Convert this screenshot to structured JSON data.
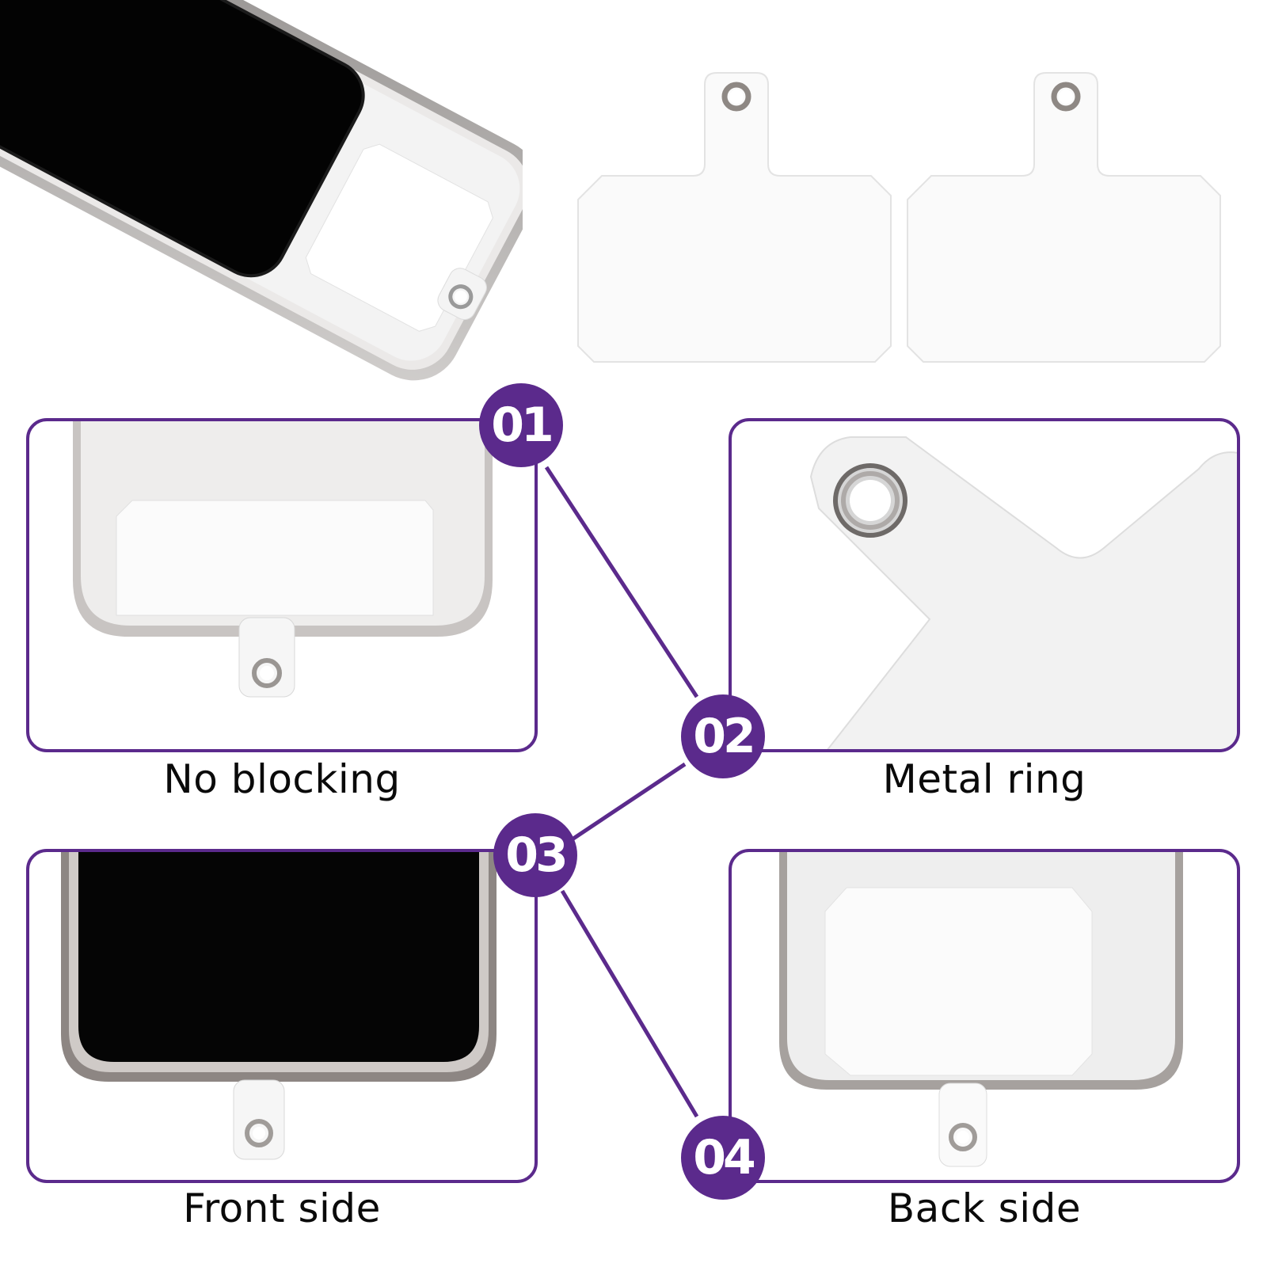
{
  "theme": {
    "accent": "#5b2a8c",
    "text": "#0a0a0a",
    "background": "#ffffff"
  },
  "hero": {
    "phone_case_image": "phone-in-clear-case-with-tether-tab",
    "tether_pads": [
      {
        "id": "pad-1",
        "has_metal_ring": true
      },
      {
        "id": "pad-2",
        "has_metal_ring": true
      }
    ]
  },
  "features": [
    {
      "number": "01",
      "label": "No blocking",
      "image": "clear-case-bottom-with-tab"
    },
    {
      "number": "02",
      "label": "Metal ring",
      "image": "metal-ring-closeup"
    },
    {
      "number": "03",
      "label": "Front side",
      "image": "phone-front-with-tab"
    },
    {
      "number": "04",
      "label": "Back side",
      "image": "clear-case-back-with-pad"
    }
  ]
}
